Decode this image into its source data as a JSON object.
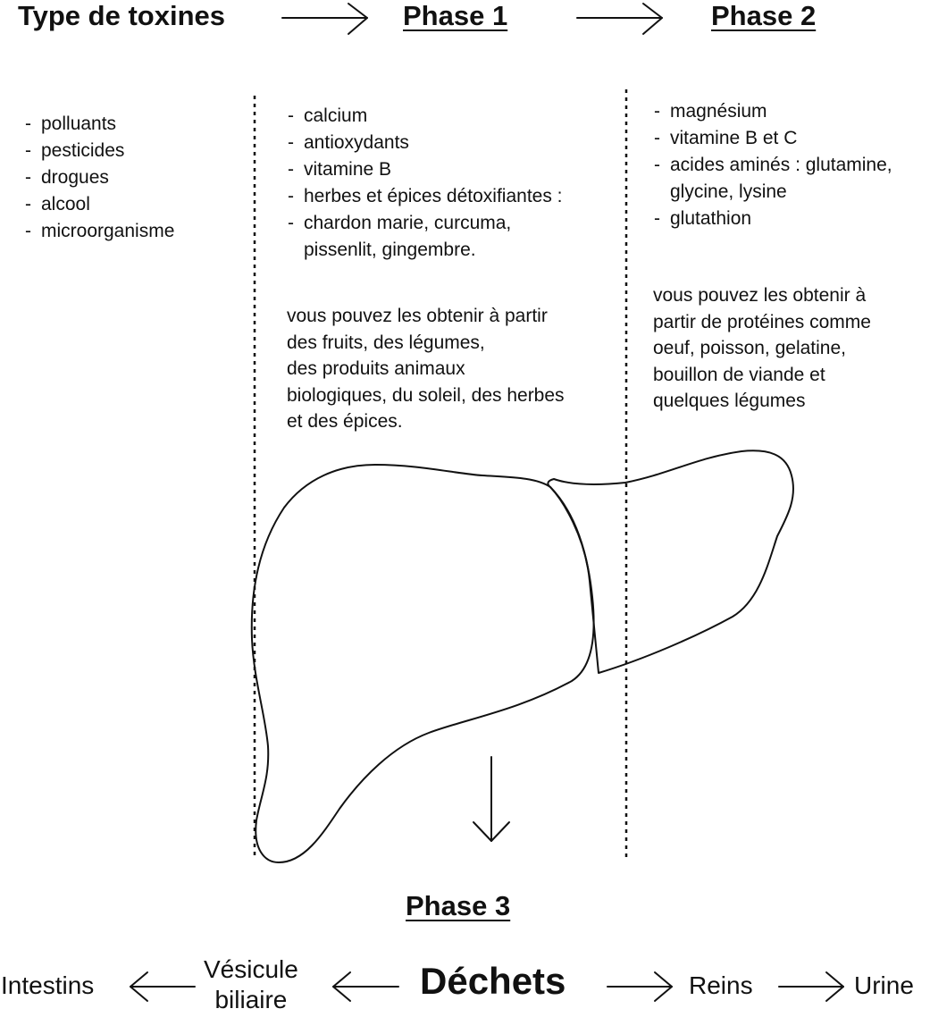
{
  "header": {
    "toxin_types": "Type de toxines",
    "phase1": "Phase 1",
    "phase2": "Phase 2"
  },
  "toxins": [
    "polluants",
    "pesticides",
    "drogues",
    "alcool",
    "microorganisme"
  ],
  "phase1": {
    "items": [
      "calcium",
      "antioxydants",
      "vitamine B",
      "herbes et épices détoxifiantes :",
      [
        "chardon marie, curcuma,",
        "pissenlit, gingembre."
      ]
    ],
    "sources": [
      "vous pouvez les obtenir à partir",
      "des fruits, des légumes,",
      "des produits animaux",
      "biologiques, du soleil, des herbes",
      "et des épices."
    ]
  },
  "phase2": {
    "items": [
      "magnésium",
      "vitamine B et C",
      [
        "acides aminés : glutamine,",
        "glycine, lysine"
      ],
      "glutathion"
    ],
    "sources": [
      "vous pouvez les obtenir à",
      "partir de protéines comme",
      "oeuf, poisson, gelatine,",
      "bouillon de viande et",
      "quelques légumes"
    ]
  },
  "phase3": {
    "title": "Phase 3",
    "waste": "Déchets",
    "intestines": "Intestins",
    "gallbladder": [
      "Vésicule",
      "biliaire"
    ],
    "kidneys": "Reins",
    "urine": "Urine"
  }
}
